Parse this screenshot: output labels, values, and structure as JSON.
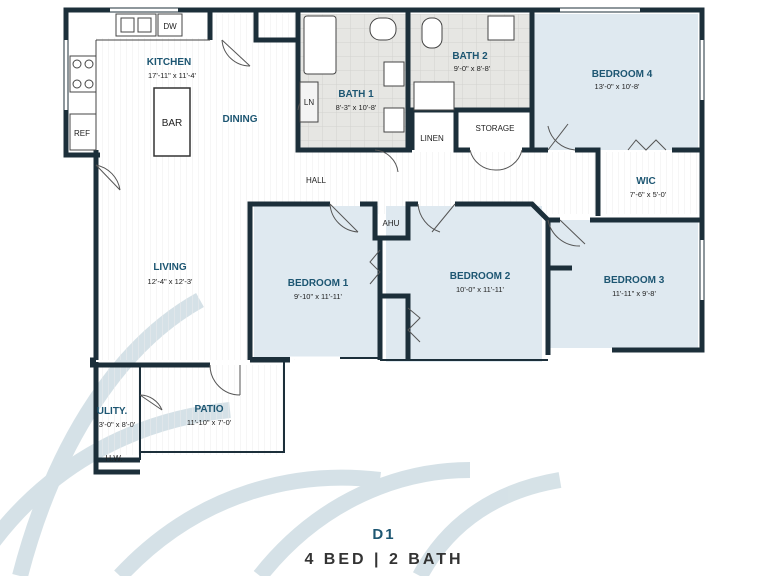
{
  "plan": {
    "unit_code": "D1",
    "summary": "4 BED | 2 BATH",
    "rooms": {
      "kitchen": {
        "name": "KITCHEN",
        "dim": "17'-11\" x 11'-4'"
      },
      "bar": {
        "name": "BAR"
      },
      "dining": {
        "name": "DINING"
      },
      "living": {
        "name": "LIVING",
        "dim": "12'-4\" x 12'-3'"
      },
      "bath1": {
        "name": "BATH 1",
        "dim": "8'-3\" x 10'-8'"
      },
      "bath2": {
        "name": "BATH 2",
        "dim": "9'-0\" x 8'-8'"
      },
      "bedroom1": {
        "name": "BEDROOM 1",
        "dim": "9'-10\" x 11'-11'"
      },
      "bedroom2": {
        "name": "BEDROOM 2",
        "dim": "10'-0\" x 11'-11'"
      },
      "bedroom3": {
        "name": "BEDROOM 3",
        "dim": "11'-11\" x 9'-8'"
      },
      "bedroom4": {
        "name": "BEDROOM 4",
        "dim": "13'-0\" x 10'-8'"
      },
      "wic": {
        "name": "WIC",
        "dim": "7'-6\" x 5'-0'"
      },
      "patio": {
        "name": "PATIO",
        "dim": "11'-10\" x 7'-0'"
      },
      "utility": {
        "name": "ULITY.",
        "dim": "3'-0\" x 8'-0'"
      }
    },
    "fixtures": {
      "dw": "DW",
      "ref": "REF",
      "ln": "LN",
      "linen": "LINEN",
      "storage": "STORAGE",
      "hall": "HALL",
      "ahu": "AHU",
      "hw": "H.W."
    },
    "colors": {
      "wall": "#1c2f3a",
      "bedroom_fill": "#dfe9f0",
      "bath_fill": "#e8e8e6",
      "label": "#1d5672",
      "decor_leaf": "#c8d8df"
    }
  }
}
